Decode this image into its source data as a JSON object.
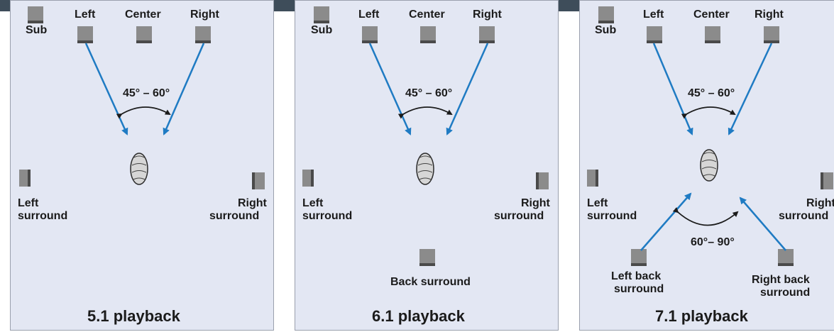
{
  "panels": [
    {
      "title": "5.1 playback",
      "labels": {
        "sub": "Sub",
        "left": "Left",
        "center": "Center",
        "right": "Right",
        "angle_front": "45° – 60°",
        "left_surround_1": "Left",
        "left_surround_2": "surround",
        "right_surround_1": "Right",
        "right_surround_2": "surround"
      }
    },
    {
      "title": "6.1 playback",
      "labels": {
        "sub": "Sub",
        "left": "Left",
        "center": "Center",
        "right": "Right",
        "angle_front": "45° – 60°",
        "left_surround_1": "Left",
        "left_surround_2": "surround",
        "right_surround_1": "Right",
        "right_surround_2": "surround",
        "back_surround": "Back surround"
      }
    },
    {
      "title": "7.1 playback",
      "labels": {
        "sub": "Sub",
        "left": "Left",
        "center": "Center",
        "right": "Right",
        "angle_front": "45° – 60°",
        "angle_back": "60°– 90°",
        "left_surround_1": "Left",
        "left_surround_2": "surround",
        "right_surround_1": "Right",
        "right_surround_2": "surround",
        "left_back_1": "Left back",
        "left_back_2": "surround",
        "right_back_1": "Right back",
        "right_back_2": "surround"
      }
    }
  ],
  "colors": {
    "arrow": "#1f7bc3",
    "panel_bg": "#e3e7f3",
    "speaker": "#8b8b8b",
    "speaker_dark": "#4a4a4a"
  }
}
